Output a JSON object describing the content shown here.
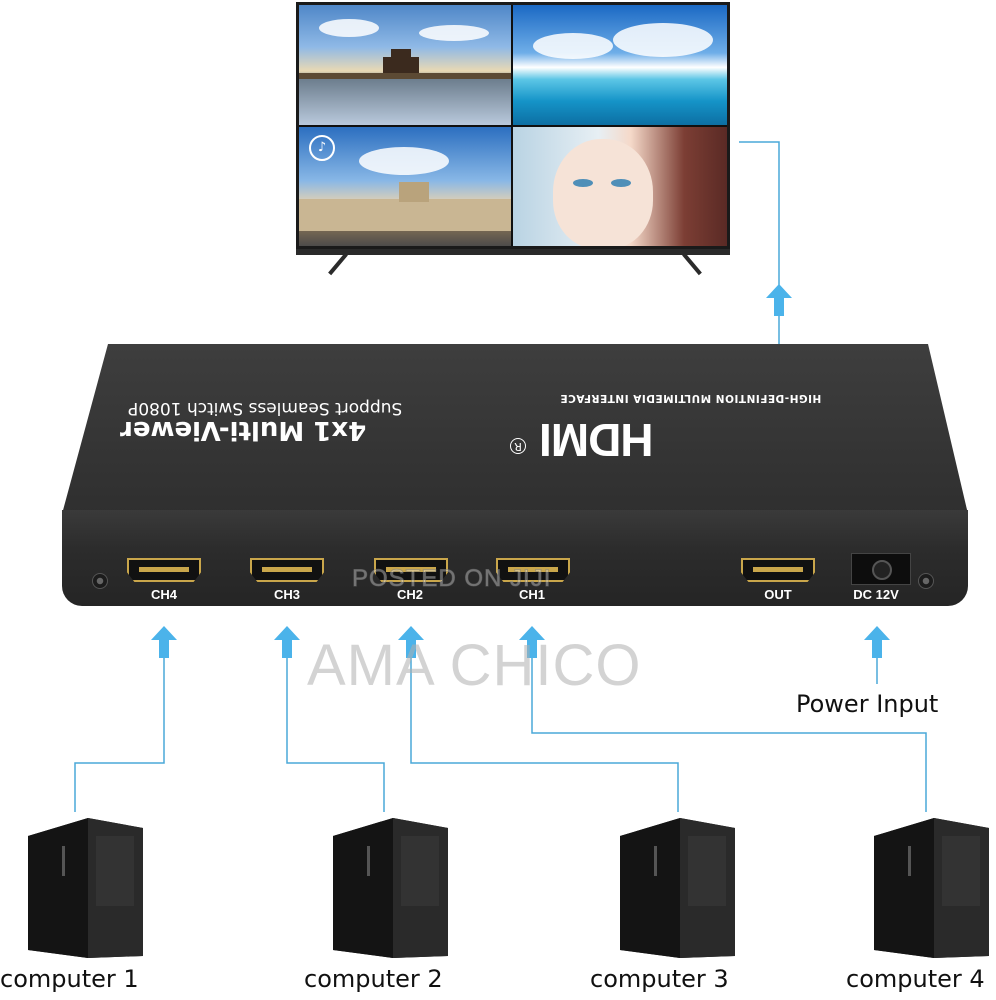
{
  "tv": {
    "screen_quadrants": [
      "landscape-pagoda",
      "sea-sky",
      "palace-sky",
      "anime-portrait"
    ]
  },
  "device": {
    "brand_logo": "HDMI",
    "brand_registered": "R",
    "brand_subtitle": "HIGH-DEFINTION MULTIMEDIA INTERFACE",
    "product_title": "4x1 Multi-Viewer",
    "product_subtitle": "Support Seamless Switch   1080P",
    "ports": [
      {
        "label": "CH4"
      },
      {
        "label": "CH3"
      },
      {
        "label": "CH2"
      },
      {
        "label": "CH1"
      },
      {
        "label": "OUT"
      },
      {
        "label": "DC 12V"
      }
    ]
  },
  "labels": {
    "power_input": "Power Input",
    "computers": [
      "computer 1",
      "computer 2",
      "computer 3",
      "computer 4"
    ]
  },
  "watermarks": {
    "small": "POSTED ON JIJI",
    "large": "AMA CHICO"
  },
  "colors": {
    "connector_line": "#4aa8d8",
    "arrow": "#4bb3ea",
    "device_body": "#2c2c2c",
    "port_gold": "#c9a64b"
  },
  "icons": [
    "music-note-icon",
    "arrow-up-icon",
    "computer-tower-icon",
    "hdmi-port-icon",
    "screw-icon",
    "dc-jack-icon"
  ]
}
